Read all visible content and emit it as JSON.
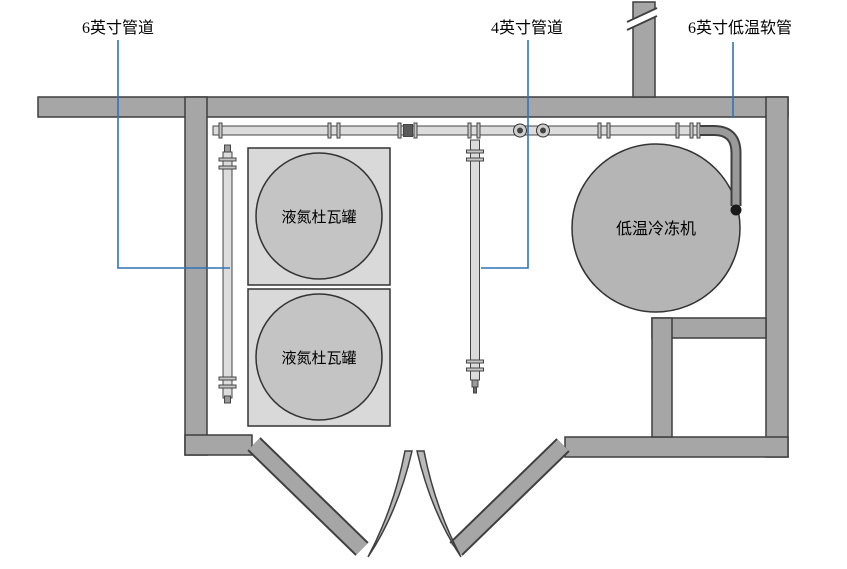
{
  "diagram": {
    "callouts": [
      {
        "id": "pipe6",
        "label": "6英寸管道"
      },
      {
        "id": "pipe4",
        "label": "4英寸管道"
      },
      {
        "id": "hose6",
        "label": "6英寸低温软管"
      }
    ],
    "equipment": [
      {
        "id": "dewar1",
        "label": "液氮杜瓦罐"
      },
      {
        "id": "dewar2",
        "label": "液氮杜瓦罐"
      },
      {
        "id": "chiller",
        "label": "低温冷冻机"
      }
    ],
    "colors": {
      "wall": "#a6a6a6",
      "wall_outline": "#3f3f3f",
      "equipment_fill": "#d9d9d9",
      "tank_fill": "#c4c4c4",
      "chiller_fill": "#b5b5b5",
      "pipe_fill": "#dcdcdc",
      "leader": "#2e74b5",
      "background": "#ffffff",
      "text": "#000000"
    }
  }
}
